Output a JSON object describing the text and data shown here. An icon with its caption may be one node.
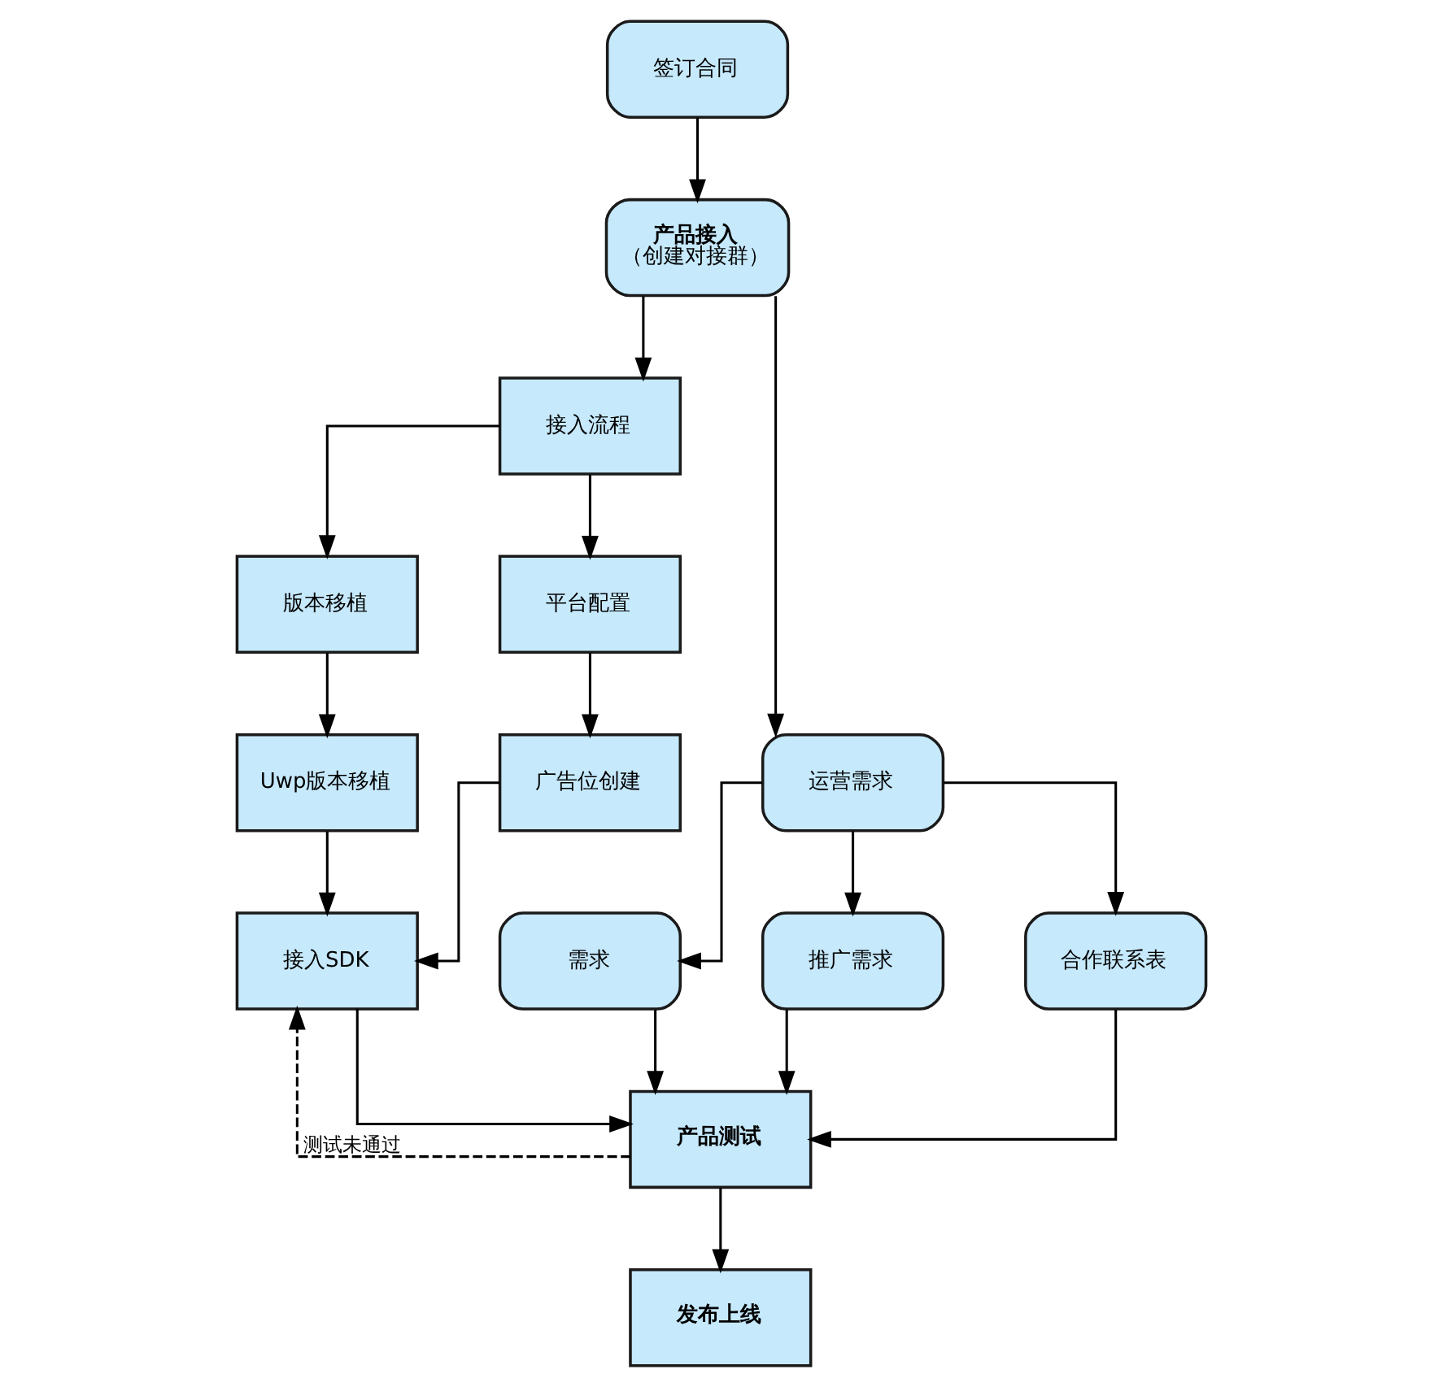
{
  "diagram": {
    "nodes": [
      {
        "text": [
          "签订合同"
        ]
      },
      {
        "text": [
          "产品接入",
          "（创建对接群）"
        ]
      },
      {
        "text": [
          "接入流程"
        ]
      },
      {
        "text": [
          "运营需求"
        ]
      },
      {
        "text": [
          "版本移植"
        ]
      },
      {
        "text": [
          "平台配置"
        ]
      },
      {
        "text": [
          "需求"
        ]
      },
      {
        "text": [
          "推广需求"
        ]
      },
      {
        "text": [
          "合作联系表"
        ]
      },
      {
        "text": [
          "Uwp版本移植"
        ]
      },
      {
        "text": [
          "广告位创建"
        ]
      },
      {
        "text": [
          "接入SDK"
        ]
      },
      {
        "text": [
          "产品测试"
        ]
      },
      {
        "text": [
          "发布上线"
        ]
      }
    ],
    "edges": [
      {
        "from": 0,
        "to": 1,
        "arrow": "to"
      },
      {
        "from": 1,
        "to": 2,
        "arrow": "to"
      },
      {
        "from": 1,
        "to": 3,
        "arrow": "to"
      },
      {
        "from": 2,
        "to": 4,
        "arrow": "to"
      },
      {
        "from": 2,
        "to": 5,
        "arrow": "to"
      },
      {
        "from": 3,
        "to": 6,
        "arrow": "to"
      },
      {
        "from": 3,
        "to": 7,
        "arrow": "to"
      },
      {
        "from": 3,
        "to": 8,
        "arrow": "to"
      },
      {
        "from": 4,
        "to": 9,
        "arrow": "to"
      },
      {
        "from": 5,
        "to": 10,
        "arrow": "to"
      },
      {
        "from": 9,
        "to": 11,
        "arrow": "to"
      },
      {
        "from": 10,
        "to": 11,
        "arrow": "to"
      },
      {
        "from": 11,
        "to": 12,
        "arrow": "to"
      },
      {
        "from": 6,
        "to": 12,
        "arrow": "to"
      },
      {
        "from": 7,
        "to": 12,
        "arrow": "to"
      },
      {
        "from": 8,
        "to": 12,
        "arrow": "to"
      },
      {
        "from": 12,
        "to": 11,
        "arrow": "to",
        "label": "测试未通过",
        "style": "dashed"
      },
      {
        "from": 12,
        "to": 13,
        "arrow": "to"
      }
    ]
  }
}
